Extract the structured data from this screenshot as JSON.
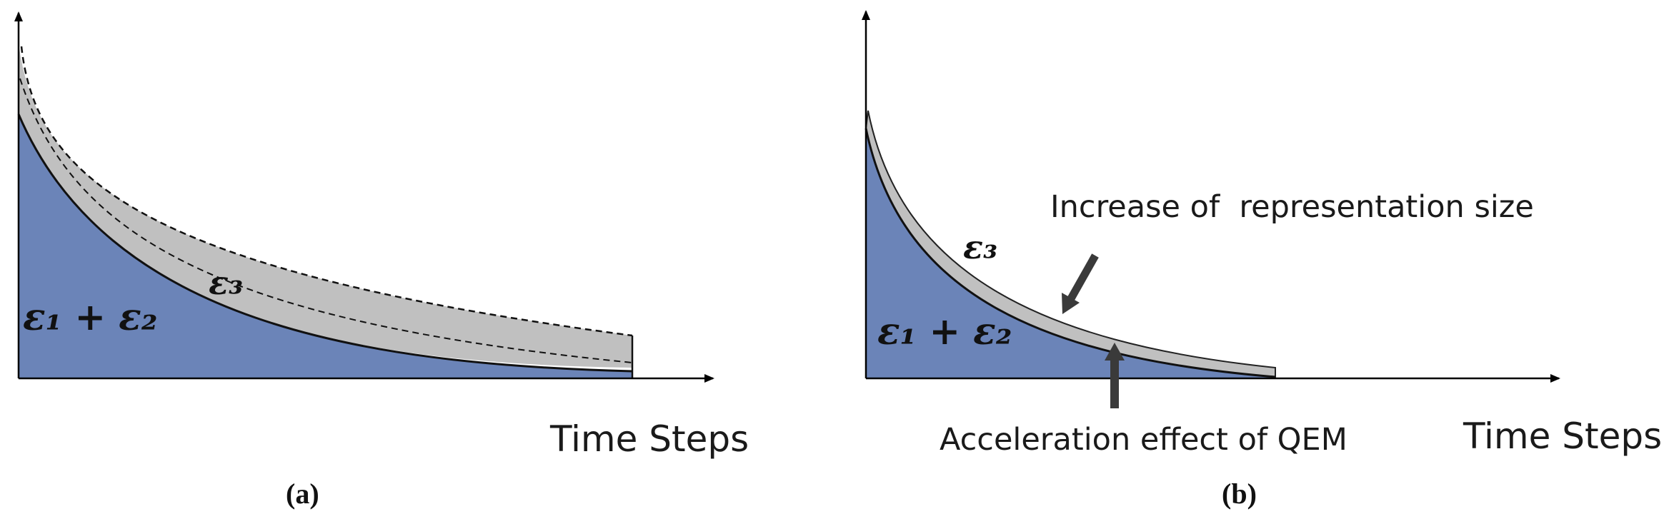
{
  "panel_a": {
    "caption": "(a)",
    "x_axis_label": "Time Steps",
    "region_lower_label": "ε₁ + ε₂",
    "region_upper_label": "ε₃"
  },
  "panel_b": {
    "caption": "(b)",
    "x_axis_label": "Time Steps",
    "region_lower_label": "ε₁ + ε₂",
    "region_upper_label": "ε₃",
    "annotation_top": "Increase of  representation size",
    "annotation_bottom": "Acceleration effect of QEM"
  },
  "colors": {
    "lower_region": "#6b84b8",
    "upper_region": "#c0c0c0",
    "axis": "#000000",
    "arrow": "#3a3a3a"
  }
}
